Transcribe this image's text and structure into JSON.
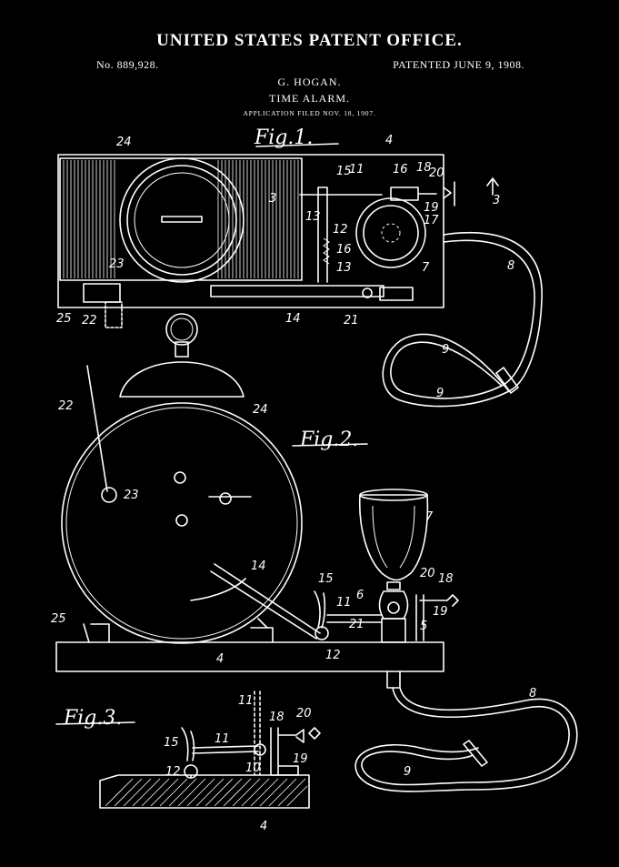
{
  "header": {
    "office": "UNITED STATES PATENT OFFICE.",
    "patent_number": "No. 889,928.",
    "patent_date": "PATENTED JUNE 9, 1908.",
    "inventor": "G. HOGAN.",
    "title": "TIME ALARM.",
    "filed": "APPLICATION FILED NOV. 18, 1907."
  },
  "figures": {
    "fig1": "Fig.1.",
    "fig2": "Fig.2.",
    "fig3": "Fig.3."
  },
  "refs": {
    "r24a": "24",
    "r4a": "4",
    "r15a": "15",
    "r11a": "11",
    "r16a": "16",
    "r18a": "18",
    "r20a": "20",
    "r3a": "3",
    "r3b": "3",
    "r13a": "13",
    "r19a": "19",
    "r17a": "17",
    "r12a": "12",
    "r16b": "16",
    "r13b": "13",
    "r7a": "7",
    "r8a": "8",
    "r23a": "23",
    "r25a": "25",
    "r22a": "22",
    "r14a": "14",
    "r21a": "21",
    "r9a": "9",
    "r9b": "9",
    "r22b": "22",
    "r24b": "24",
    "r23b": "23",
    "r14b": "14",
    "r7b": "7",
    "r15b": "15",
    "r20b": "20",
    "r18b": "18",
    "r6a": "6",
    "r11b": "11",
    "r19b": "19",
    "r25b": "25",
    "r21b": "21",
    "r5a": "5",
    "r4b": "4",
    "r12b": "12",
    "r8b": "8",
    "r9c": "9",
    "r11c": "11",
    "r18c": "18",
    "r20c": "20",
    "r15c": "15",
    "r11d": "11",
    "r12c": "12",
    "r10a": "10",
    "r19c": "19",
    "r4c": "4"
  }
}
